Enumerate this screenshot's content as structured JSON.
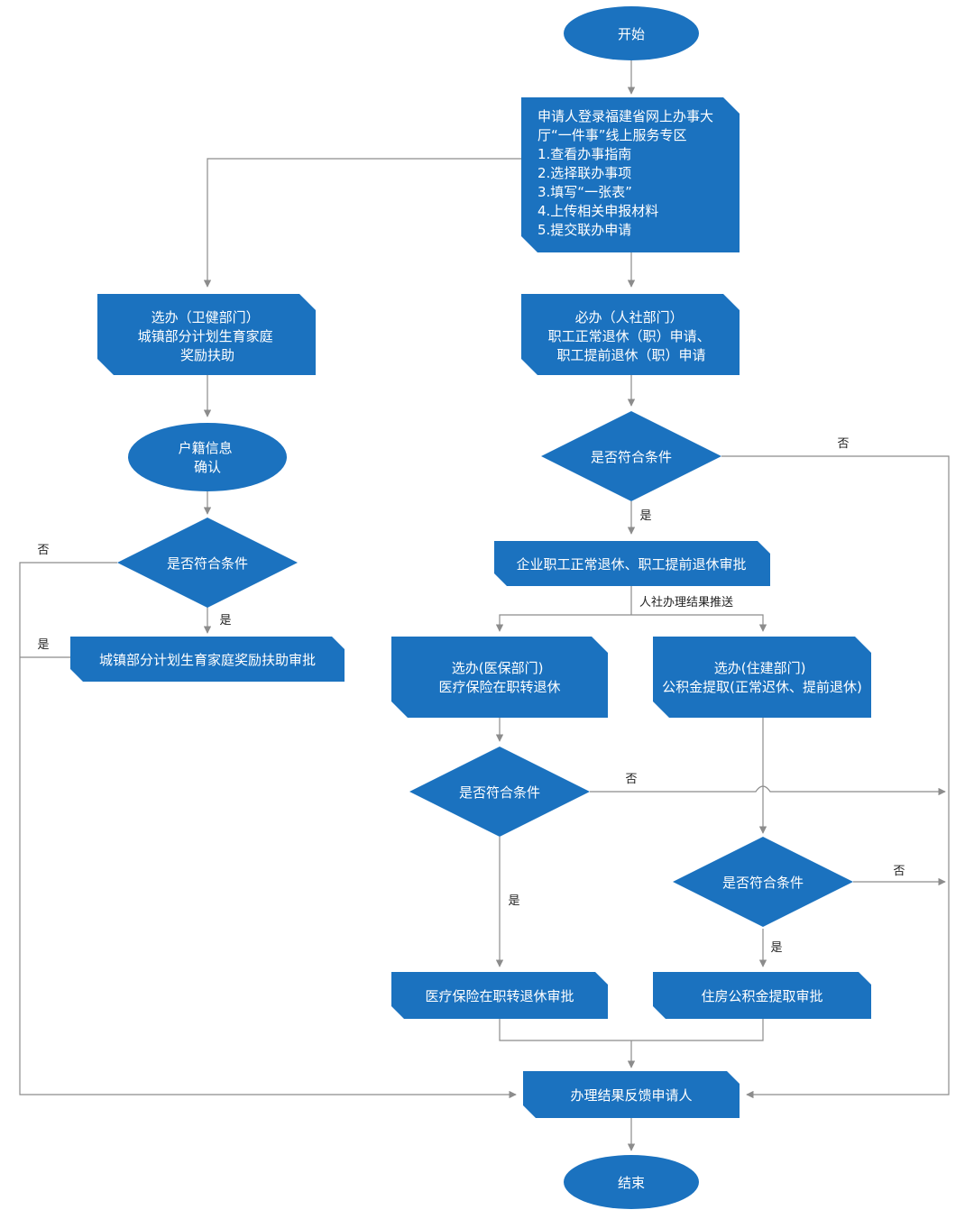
{
  "colors": {
    "node": "#1b72bf",
    "text": "#ffffff",
    "edge": "#8c8c8c",
    "label": "#222222"
  },
  "nodes": {
    "start": {
      "lines": [
        "开始"
      ]
    },
    "apply": {
      "lines": [
        "申请人登录福建省网上办事大",
        "厅“一件事”线上服务专区",
        "1.查看办事指南",
        "2.选择联办事项",
        "3.填写“一张表”",
        "4.上传相关申报材料",
        "5.提交联办申请"
      ]
    },
    "health_optional": {
      "lines": [
        "选办（卫健部门）",
        "城镇部分计划生育家庭",
        "奖励扶助"
      ]
    },
    "hr_required": {
      "lines": [
        "必办（人社部门）",
        "职工正常退休（职）申请、",
        "职工提前退休（职）申请"
      ]
    },
    "household_confirm": {
      "lines": [
        "户籍信息",
        "确认"
      ]
    },
    "check_hr": {
      "lines": [
        "是否符合条件"
      ]
    },
    "check_household": {
      "lines": [
        "是否符合条件"
      ]
    },
    "retire_approval": {
      "lines": [
        "企业职工正常退休、职工提前退休审批"
      ]
    },
    "family_approval": {
      "lines": [
        "城镇部分计划生育家庭奖励扶助审批"
      ]
    },
    "medical_optional": {
      "lines": [
        "选办(医保部门)",
        "医疗保险在职转退休"
      ]
    },
    "housing_optional": {
      "lines": [
        "选办(住建部门)",
        "公积金提取(正常迟休、提前退休)"
      ]
    },
    "check_medical": {
      "lines": [
        "是否符合条件"
      ]
    },
    "check_housing": {
      "lines": [
        "是否符合条件"
      ]
    },
    "medical_approval": {
      "lines": [
        "医疗保险在职转退休审批"
      ]
    },
    "housing_approval": {
      "lines": [
        "住房公积金提取审批"
      ]
    },
    "feedback": {
      "lines": [
        "办理结果反馈申请人"
      ]
    },
    "end": {
      "lines": [
        "结束"
      ]
    }
  },
  "labels": {
    "no_hr": "否",
    "yes_hr": "是",
    "no_household": "否",
    "yes_household": "是",
    "yes_left": "是",
    "push": "人社办理结果推送",
    "no_medical": "否",
    "yes_medical": "是",
    "no_housing": "否",
    "yes_housing": "是"
  }
}
